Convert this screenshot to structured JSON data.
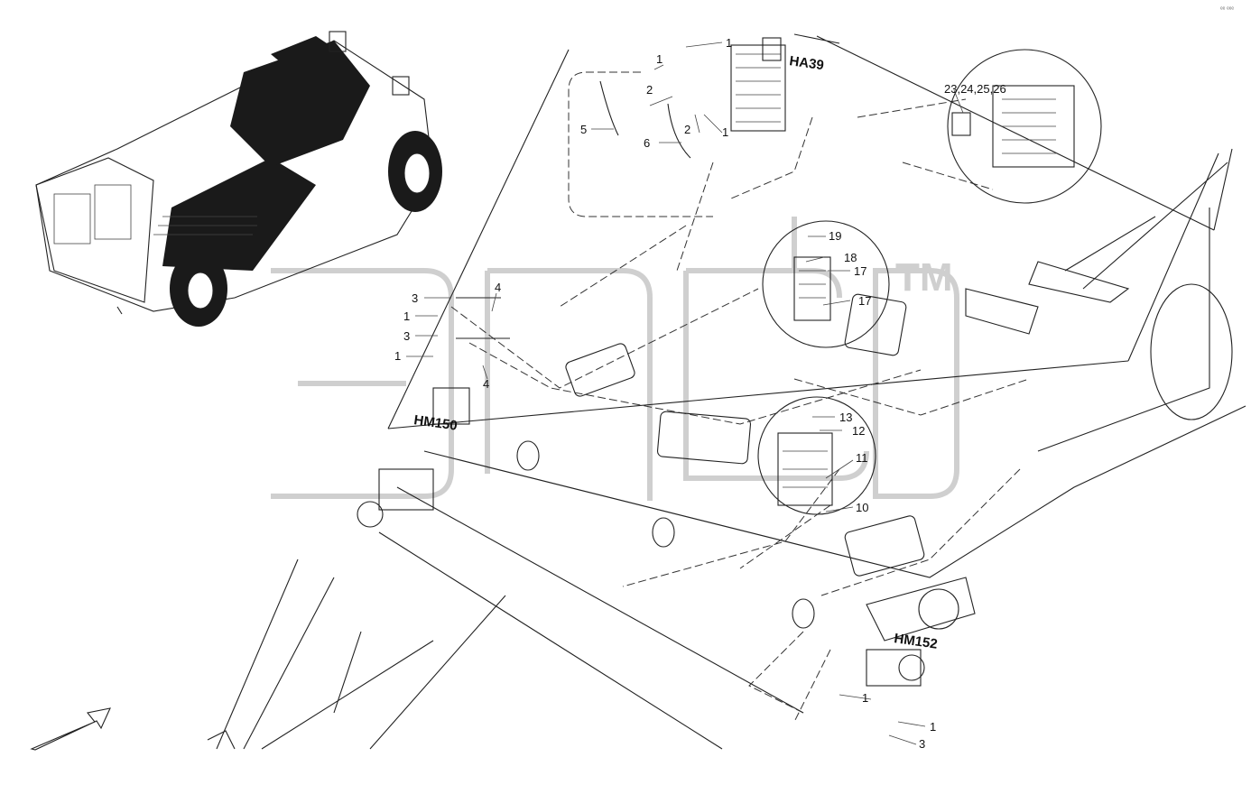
{
  "corner_mark": "ᵉᵉ ᵉᵉᵉ",
  "watermark": {
    "text": "ЗЛСБ",
    "tm": "TM",
    "color": "#cfcfcf"
  },
  "components": {
    "ha39": "HA39",
    "hm150": "HM150",
    "hm152": "HM152"
  },
  "callouts": {
    "c1_top": "1",
    "c1_top_b": "1",
    "c1_valve": "1",
    "c2_a": "2",
    "c2_b": "2",
    "c5": "5",
    "c6": "6",
    "c23_26": "23,24,25,26",
    "c19": "19",
    "c18": "18",
    "c17_a": "17",
    "c17_b": "17",
    "c3_a": "3",
    "c1_mid_a": "1",
    "c3_b": "3",
    "c1_mid_b": "1",
    "c4_a": "4",
    "c4_b": "4",
    "c13": "13",
    "c12": "12",
    "c11": "11",
    "c10": "10",
    "c1_bot_a": "1",
    "c1_bot_b": "1",
    "c3_bot": "3"
  }
}
